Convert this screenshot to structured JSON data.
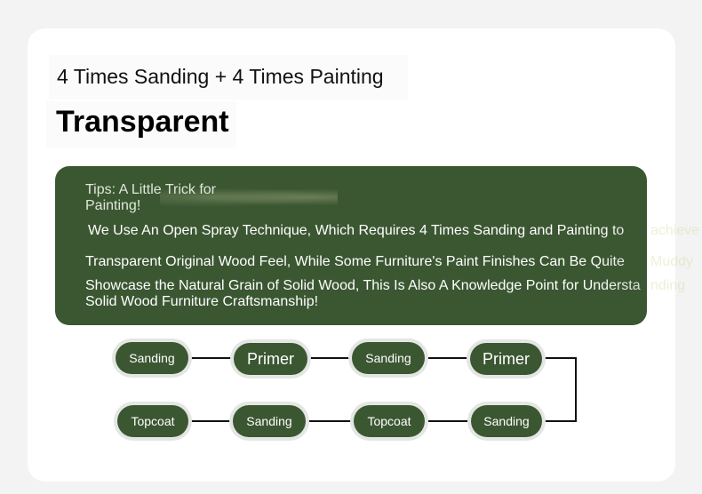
{
  "header": {
    "subtitle": "4 Times Sanding + 4 Times Painting",
    "title": "Transparent"
  },
  "tips": {
    "heading": "Tips: A Little Trick for Painting!",
    "line1": "We Use An Open Spray Technique, Which Requires 4 Times Sanding and Painting to",
    "line1_overflow": "achieve",
    "line2": "Transparent Original Wood Feel, While Some Furniture's Paint Finishes Can Be Quite",
    "line2_overflow": "Muddy",
    "line3": "Showcase the Natural Grain of Solid Wood, This Is Also A Knowledge Point for Understa",
    "line3_overflow": "nding",
    "line4": "Solid Wood Furniture Craftsmanship!"
  },
  "process": {
    "row1": [
      "Sanding",
      "Primer",
      "Sanding",
      "Primer"
    ],
    "row2": [
      "Topcoat",
      "Sanding",
      "Topcoat",
      "Sanding"
    ]
  },
  "colors": {
    "accent_green": "#3b5732",
    "node_ring": "#e4e6e3",
    "connector": "#111111"
  }
}
